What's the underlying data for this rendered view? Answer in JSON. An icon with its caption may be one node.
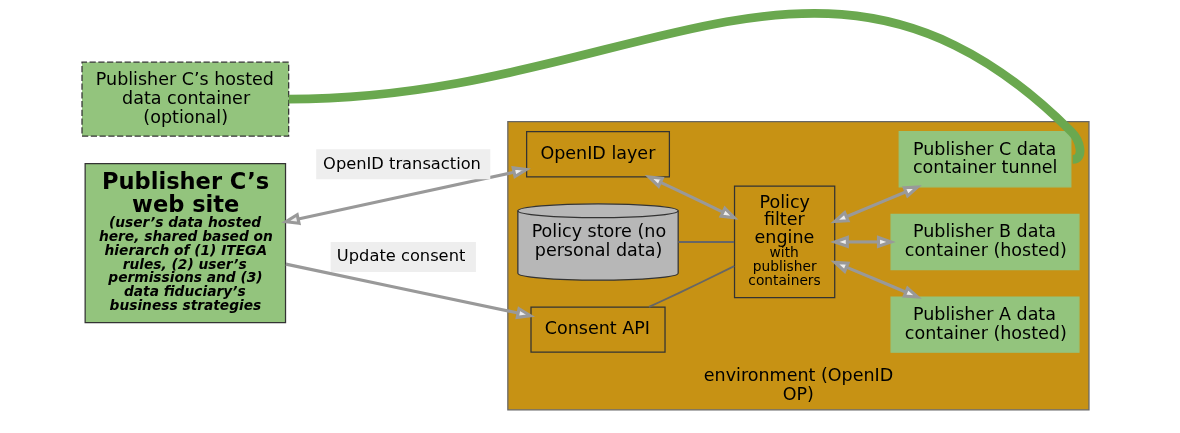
{
  "diagram": {
    "nodes": [
      {
        "text": [
          "Publisher C’s hosted data container (optional)"
        ]
      },
      {
        "text": [
          "Publisher C’s web site",
          "(user’s data hosted here, shared based on hierarch of (1) ITEGA rules, (2) user’s permissions and (3) data fiduciary’s business strategies"
        ]
      },
      {
        "text": [
          "environment (OpenID OP)"
        ]
      },
      {
        "text": [
          "OpenID layer"
        ],
        "in": 2
      },
      {
        "text": [
          "Policy filter engine",
          "with publisher containers"
        ],
        "in": 2
      },
      {
        "text": [
          "Policy store (no personal data)"
        ],
        "in": 2
      },
      {
        "text": [
          "Consent API"
        ],
        "in": 2
      },
      {
        "text": [
          "Publisher A data container (hosted)"
        ],
        "in": 2
      },
      {
        "text": [
          "Publisher B data container (hosted)"
        ],
        "in": 2
      },
      {
        "text": [
          "Publisher C data container tunnel"
        ],
        "in": 2
      }
    ],
    "edges": [
      {
        "from": 1,
        "to": 3,
        "arrow": "both",
        "label": "OpenID transaction"
      },
      {
        "from": 1,
        "to": 6,
        "arrow": "to",
        "label": "Update consent"
      },
      {
        "from": 3,
        "to": 4,
        "arrow": "both"
      },
      {
        "from": 4,
        "to": 7,
        "arrow": "both"
      },
      {
        "from": 4,
        "to": 8,
        "arrow": "both"
      },
      {
        "from": 4,
        "to": 9,
        "arrow": "both"
      },
      {
        "from": 6,
        "to": 4,
        "arrow": "none",
        "color": "#666666"
      },
      {
        "from": 5,
        "to": 4,
        "arrow": "none",
        "color": "#666666"
      },
      {
        "from": 0,
        "to": 9,
        "arrow": "none",
        "style": "thick",
        "color": "#6aa84f"
      }
    ]
  }
}
